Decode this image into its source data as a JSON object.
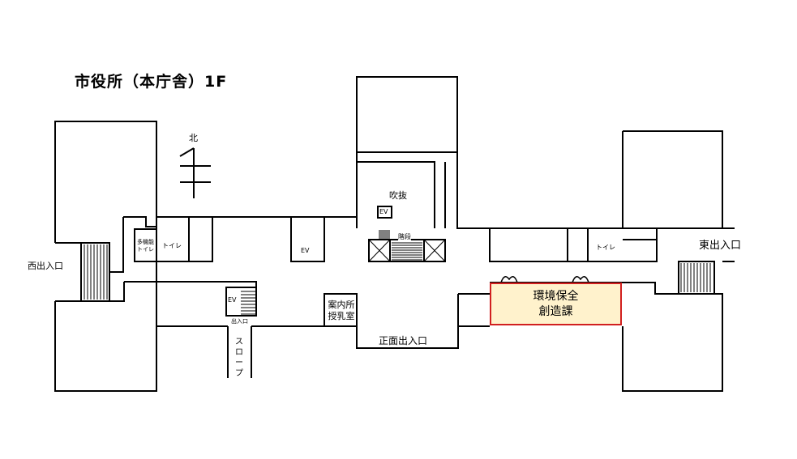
{
  "map": {
    "title": "市役所（本庁舎）1F",
    "north_label": "北",
    "labels": {
      "west_entrance": "西出入口",
      "east_entrance": "東出入口",
      "front_entrance": "正面出入口",
      "multi_toilet": "多機能\nトイレ",
      "toilet_west": "トイレ",
      "toilet_east": "トイレ",
      "ev_1": "EV",
      "ev_2": "EV",
      "ev_3": "EV",
      "atrium": "吹抜",
      "stairs": "階段",
      "info_desk": "案内所\n授乳室",
      "small_exit": "出入口",
      "slope": "スロープ"
    },
    "highlight": {
      "name": "環境保全\n創造課",
      "fill": "#fff2cc",
      "stroke": "#d11f1f"
    }
  }
}
